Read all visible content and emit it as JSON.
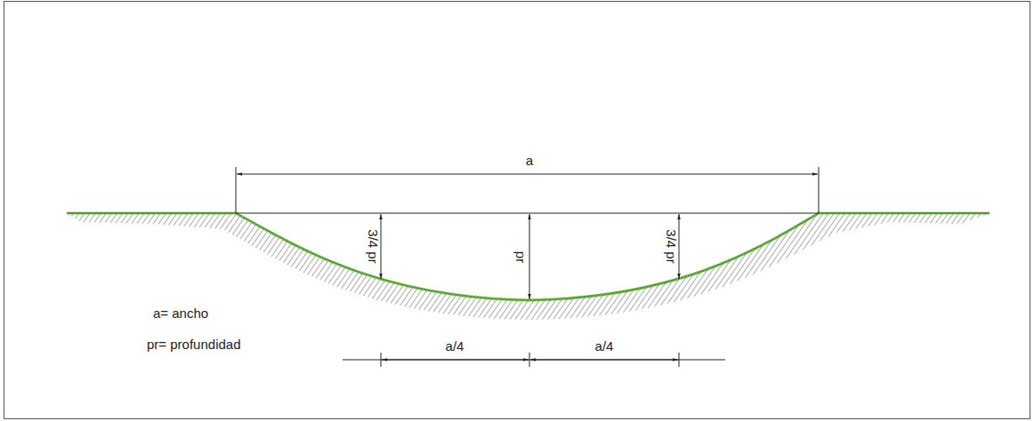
{
  "diagram": {
    "labels": [
      "a",
      "3/4 pr",
      "pr",
      "3/4 pr",
      "a= ancho",
      "pr= profundidad",
      "a/4",
      "a/4"
    ]
  }
}
